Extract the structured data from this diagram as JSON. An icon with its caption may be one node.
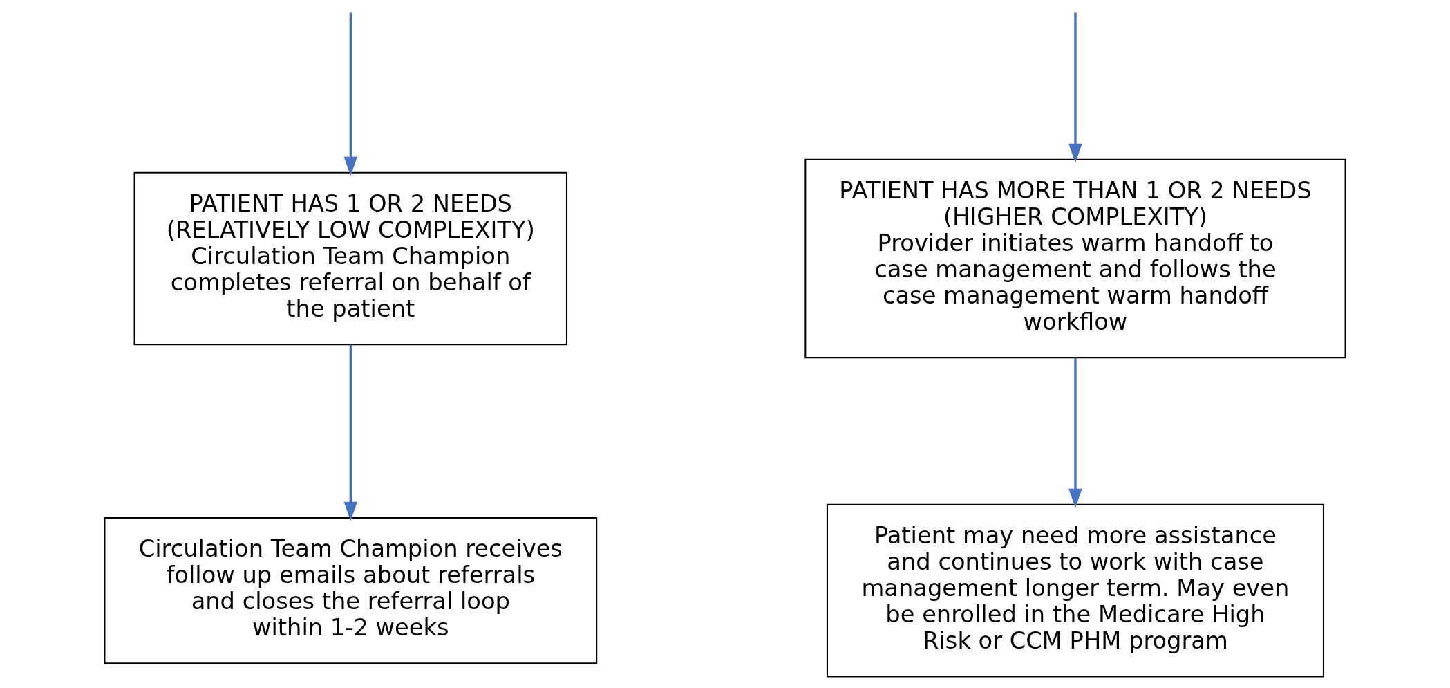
{
  "diagram": {
    "nodes": [
      {
        "text": [
          "PATIENT HAS 1 OR 2 NEEDS (RELATIVELY LOW COMPLEXITY)",
          "Circulation Team Champion completes referral on behalf of the patient"
        ]
      },
      {
        "text": [
          "PATIENT HAS MORE THAN 1 OR 2 NEEDS (HIGHER COMPLEXITY)",
          "Provider initiates warm handoff to case management and follows the case management warm handoff workflow"
        ]
      },
      {
        "text": [
          "Circulation Team Champion receives follow up emails about referrals and closes the referral loop within 1-2 weeks"
        ]
      },
      {
        "text": [
          "Patient may need more assistance and continues to work with case management longer term. May even be enrolled in the Medicare High Risk or CCM PHM program"
        ]
      }
    ],
    "edges": [
      {
        "from": null,
        "to": 0,
        "arrow": "to"
      },
      {
        "from": null,
        "to": 1,
        "arrow": "to"
      },
      {
        "from": 0,
        "to": 2,
        "arrow": "to"
      },
      {
        "from": 1,
        "to": 3,
        "arrow": "to"
      }
    ]
  }
}
